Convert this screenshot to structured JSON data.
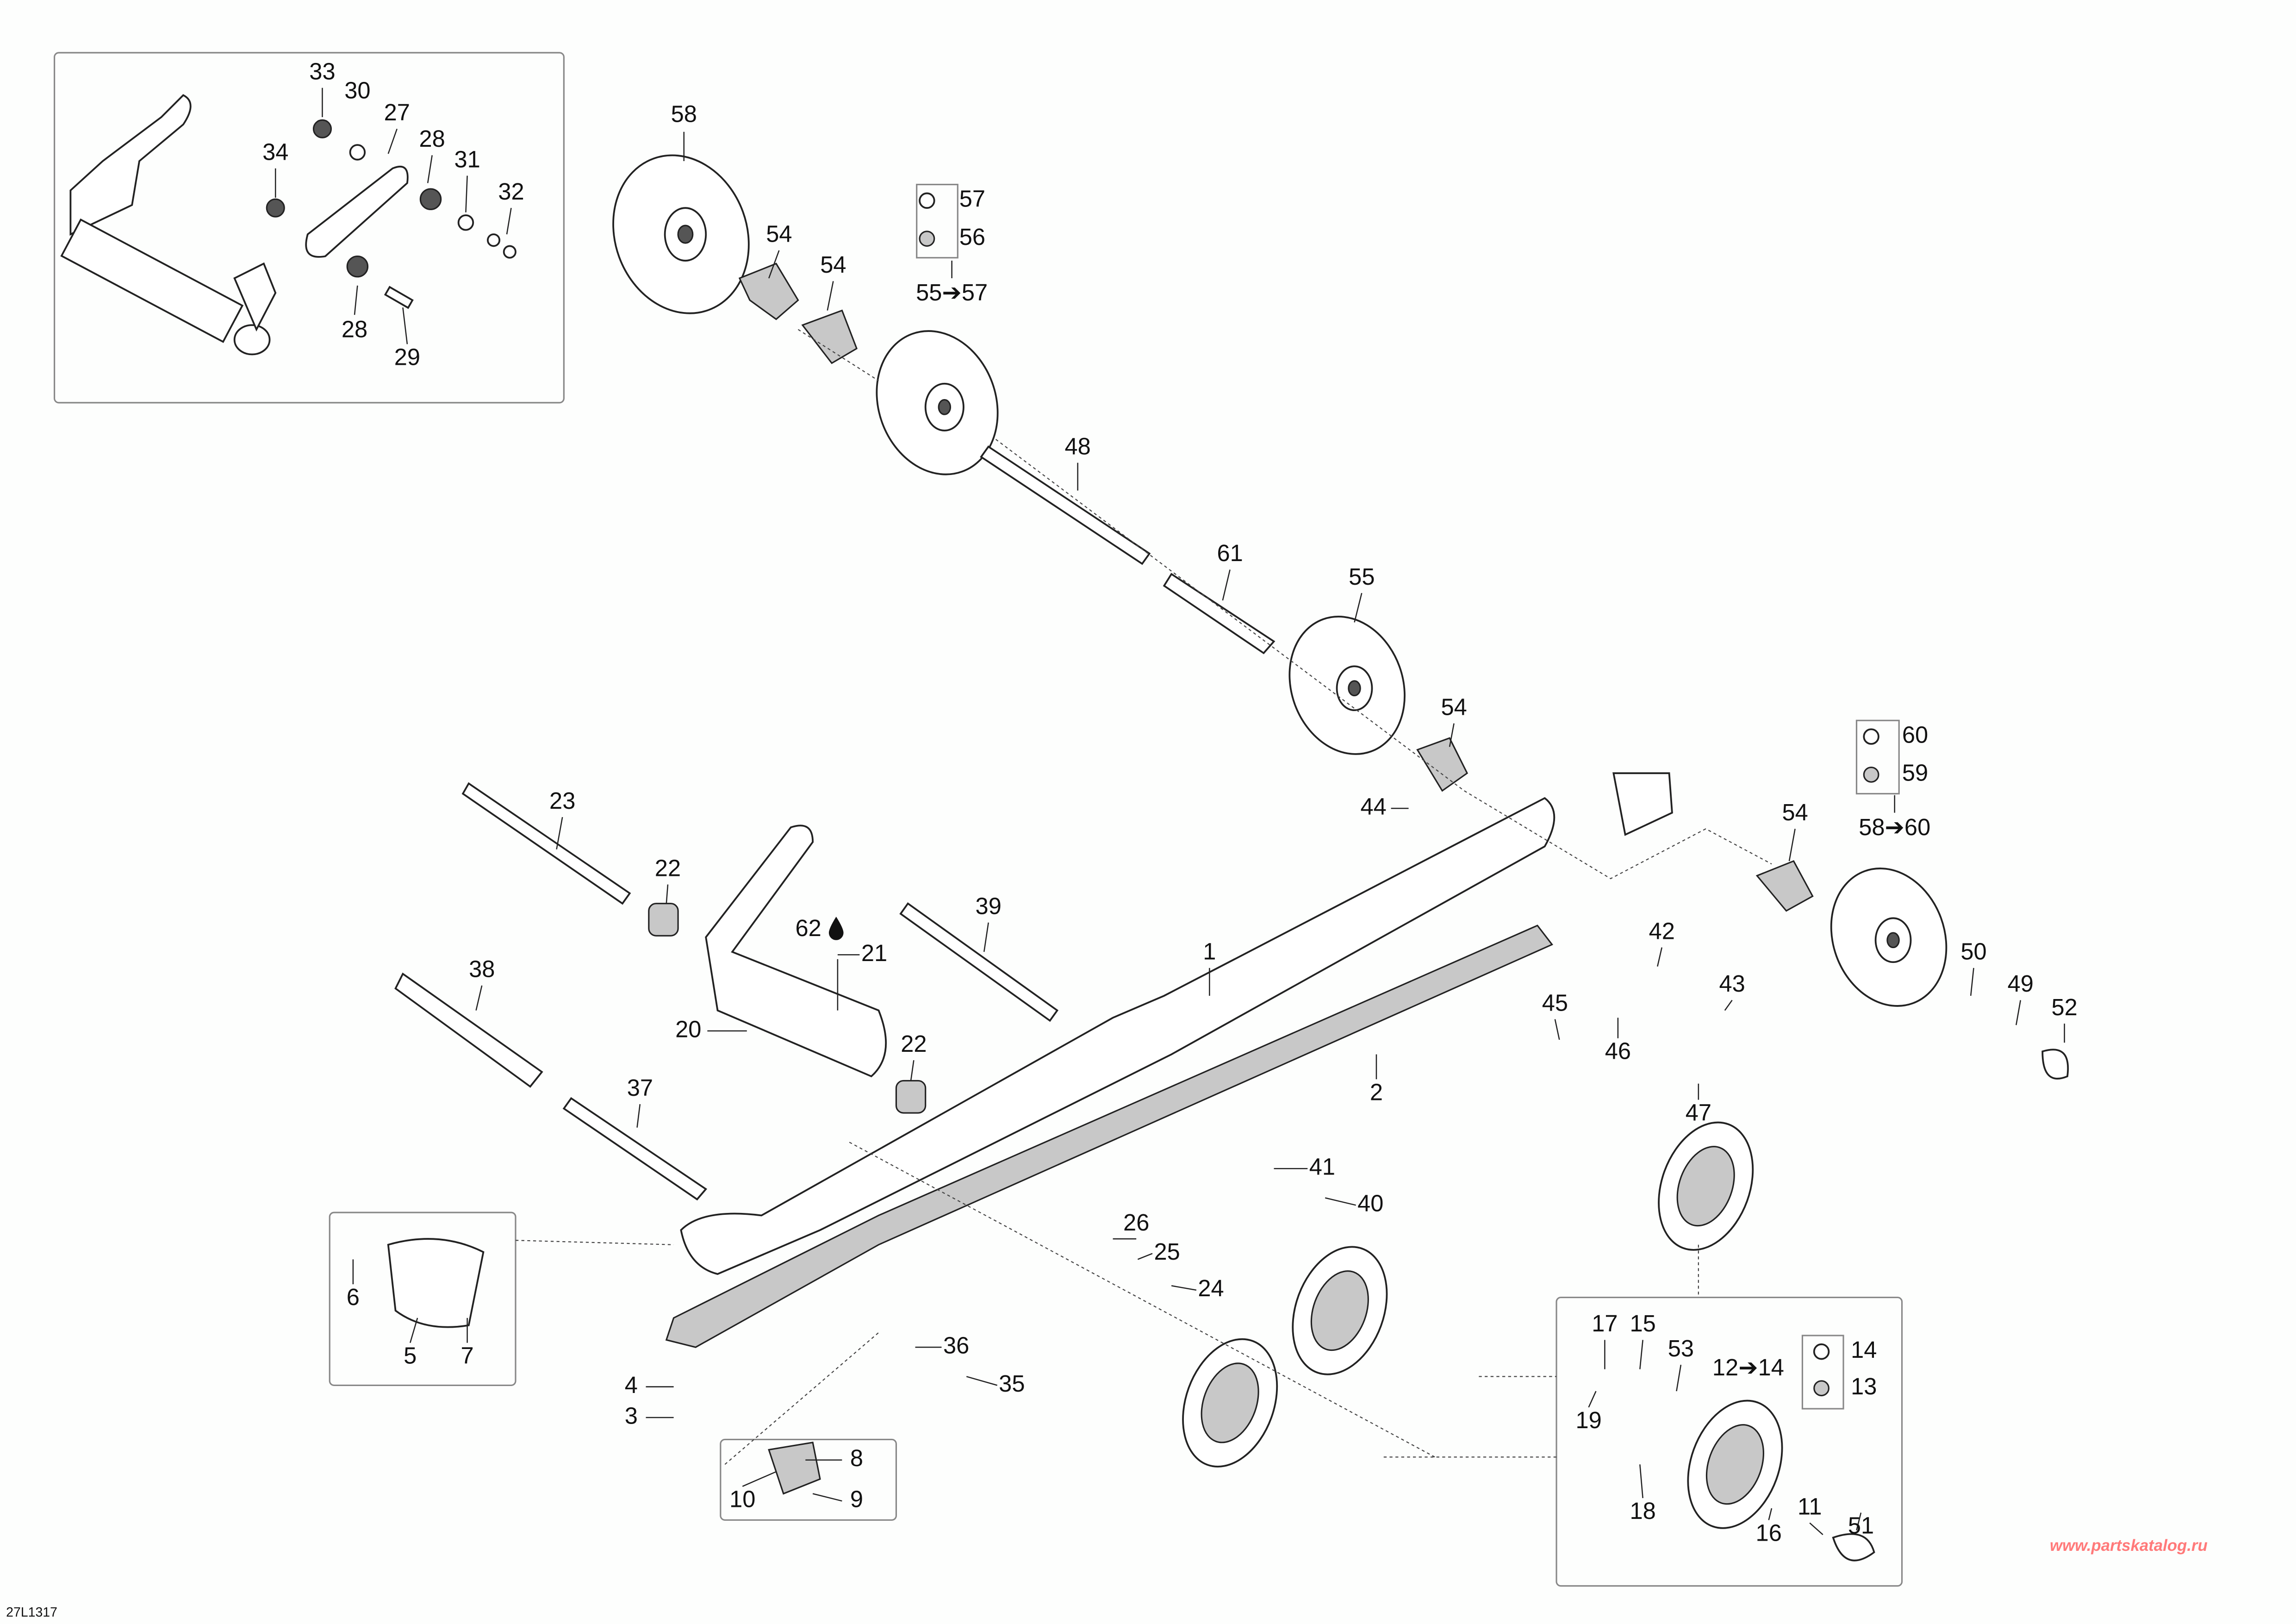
{
  "diagram": {
    "reference_code": "27L1317",
    "watermark": "www.partskatalog.ru",
    "callouts": {
      "c33": "33",
      "c30": "30",
      "c27": "27",
      "c28a": "28",
      "c31": "31",
      "c32": "32",
      "c34": "34",
      "c28b": "28",
      "c29": "29",
      "c58": "58",
      "c54a": "54",
      "c54b": "54",
      "c57": "57",
      "c56": "56",
      "c55to57": "55➔57",
      "c48": "48",
      "c61": "61",
      "c55": "55",
      "c54c": "54",
      "c60": "60",
      "c59": "59",
      "c58to60": "58➔60",
      "c54d": "54",
      "c44": "44",
      "c23": "23",
      "c22a": "22",
      "c39": "39",
      "c62": "62",
      "c21": "21",
      "c1": "1",
      "c42": "42",
      "c43": "43",
      "c45": "45",
      "c46": "46",
      "c50": "50",
      "c49": "49",
      "c52": "52",
      "c38": "38",
      "c20": "20",
      "c22b": "22",
      "c2": "2",
      "c47": "47",
      "c37": "37",
      "c41": "41",
      "c40": "40",
      "c26": "26",
      "c25": "25",
      "c24": "24",
      "c6": "6",
      "c5": "5",
      "c7": "7",
      "c36": "36",
      "c35": "35",
      "c4": "4",
      "c3": "3",
      "c8": "8",
      "c10": "10",
      "c9": "9",
      "c17": "17",
      "c15": "15",
      "c53": "53",
      "c12to14": "12➔14",
      "c14": "14",
      "c13": "13",
      "c19": "19",
      "c18": "18",
      "c11": "11",
      "c16": "16",
      "c51": "51"
    },
    "icons": {
      "lubricant": "drop-icon",
      "arrow": "arrow-right-icon"
    }
  }
}
